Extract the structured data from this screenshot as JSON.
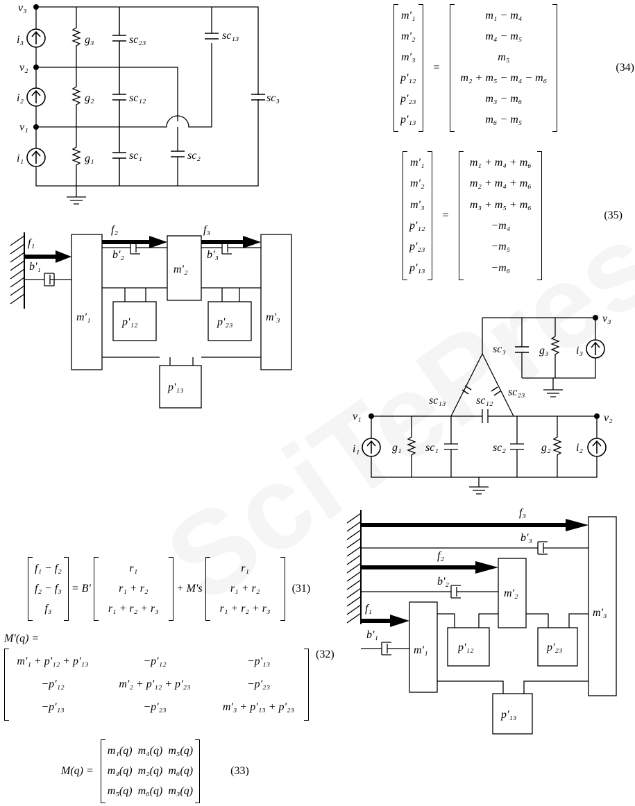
{
  "watermark": "SciTePress",
  "circuit1": {
    "v3": "v₃",
    "v2": "v₂",
    "v1": "v₁",
    "i3": "i₃",
    "i2": "i₂",
    "i1": "i₁",
    "g3": "g₃",
    "g2": "g₂",
    "g1": "g₁",
    "sc23": "sc₂₃",
    "sc12": "sc₁₂",
    "sc1": "sc₁",
    "sc13": "sc₁₃",
    "sc2": "sc₂",
    "sc3": "sc₃"
  },
  "mech1": {
    "f1": "f₁",
    "f2": "f₂",
    "f3": "f₃",
    "b1": "b'₁",
    "b2": "b'₂",
    "b3": "b'₃",
    "m1": "m'₁",
    "m2": "m'₂",
    "m3": "m'₃",
    "p12": "p'₁₂",
    "p23": "p'₂₃",
    "p13": "p'₁₃"
  },
  "circuit2": {
    "v3": "v₃",
    "v1": "v₁",
    "v2": "v₂",
    "sc3": "sc₃",
    "g3": "g₃",
    "i3": "i₃",
    "sc13": "sc₁₃",
    "sc12": "sc₁₂",
    "sc23": "sc₂₃",
    "i1": "i₁",
    "g1": "g₁",
    "sc1": "sc₁",
    "sc2": "sc₂",
    "g2": "g₂",
    "i2": "i₂"
  },
  "mech2": {
    "f3": "f₃",
    "b3": "b'₃",
    "f2": "f₂",
    "b2": "b'₂",
    "m2": "m'₂",
    "f1": "f₁",
    "b1": "b'₁",
    "m1": "m'₁",
    "p12": "p'₁₂",
    "p23": "p'₂₃",
    "m3": "m'₃",
    "p13": "p'₁₃"
  },
  "eq31": {
    "lhs": [
      "f₁ − f₂",
      "f₂ − f₃",
      "f₃"
    ],
    "eq": "= B'",
    "vec1": [
      "r₁",
      "r₁ + r₂",
      "r₁ + r₂ + r₃"
    ],
    "plus": "+ M's",
    "vec2": [
      "r₁",
      "r₁ + r₂",
      "r₁ + r₂ + r₃"
    ],
    "num": "(31)"
  },
  "eq32": {
    "lhs": "M'(q) =",
    "cells": [
      "m'₁ + p'₁₂ + p'₁₃",
      "−p'₁₂",
      "−p'₁₃",
      "−p'₁₂",
      "m'₂ + p'₁₂ + p'₂₃",
      "−p'₂₃",
      "−p'₁₃",
      "−p'₂₃",
      "m'₃ + p'₁₃ + p'₂₃"
    ],
    "num": "(32)"
  },
  "eq33": {
    "lhs": "M(q) =",
    "cells": [
      "m₁(q)",
      "m₄(q)",
      "m₅(q)",
      "m₄(q)",
      "m₂(q)",
      "m₆(q)",
      "m₅(q)",
      "m₆(q)",
      "m₃(q)"
    ],
    "num": "(33)"
  },
  "eq34": {
    "lhs": [
      "m'₁",
      "m'₂",
      "m'₃",
      "p'₁₂",
      "p'₂₃",
      "p'₁₃"
    ],
    "eq": "=",
    "rhs": [
      "m₁ − m₄",
      "m₄ − m₅",
      "m₅",
      "m₂ + m₅ − m₄ − m₆",
      "m₃ − m₆",
      "m₆ − m₅"
    ],
    "num": "(34)"
  },
  "eq35": {
    "lhs": [
      "m'₁",
      "m'₂",
      "m'₃",
      "p'₁₂",
      "p'₂₃",
      "p'₁₃"
    ],
    "eq": "=",
    "rhs": [
      "m₁ + m₄ + m₆",
      "m₂ + m₄ + m₆",
      "m₃ + m₅ + m₆",
      "−m₄",
      "−m₅",
      "−m₆"
    ],
    "num": "(35)"
  }
}
